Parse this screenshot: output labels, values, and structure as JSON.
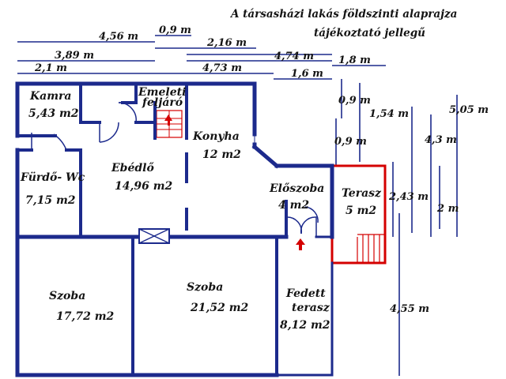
{
  "title": {
    "line1": "A társasházi lakás földszinti alaprajza",
    "line2": "tájékoztató jellegű"
  },
  "rooms": {
    "kamra": {
      "name": "Kamra",
      "area": "5,43 m2"
    },
    "emeleti": {
      "name_line1": "Emeleti",
      "name_line2": "feljáró"
    },
    "konyha": {
      "name": "Konyha",
      "area": "12 m2"
    },
    "ebedlo": {
      "name": "Ebédlő",
      "area": "14,96 m2"
    },
    "furdo": {
      "name": "Fürdő- Wc",
      "area": "7,15 m2"
    },
    "eloszoba": {
      "name": "Előszoba",
      "area": "4 m2"
    },
    "terasz": {
      "name": "Terasz",
      "area": "5 m2"
    },
    "szoba1": {
      "name": "Szoba",
      "area": "17,72 m2"
    },
    "szoba2": {
      "name": "Szoba",
      "area": "21,52 m2"
    },
    "fedett": {
      "name_line1": "Fedett",
      "name_line2": "terasz",
      "area": "8,12 m2"
    }
  },
  "dimensions": {
    "d456": "4,56 m",
    "d09a": "0,9 m",
    "d216": "2,16 m",
    "d389": "3,89 m",
    "d474": "4,74 m",
    "d18": "1,8 m",
    "d21": "2,1 m",
    "d473": "4,73 m",
    "d16": "1,6 m",
    "d09b": "0,9 m",
    "d154": "1,54 m",
    "d505": "5,05 m",
    "d09c": "0,9 m",
    "d43": "4,3 m",
    "d243": "2,43 m",
    "d2": "2 m",
    "d455": "4,55 m"
  },
  "colors": {
    "wall": "#1c2a8c",
    "stair": "#d40000",
    "text": "#141414"
  }
}
